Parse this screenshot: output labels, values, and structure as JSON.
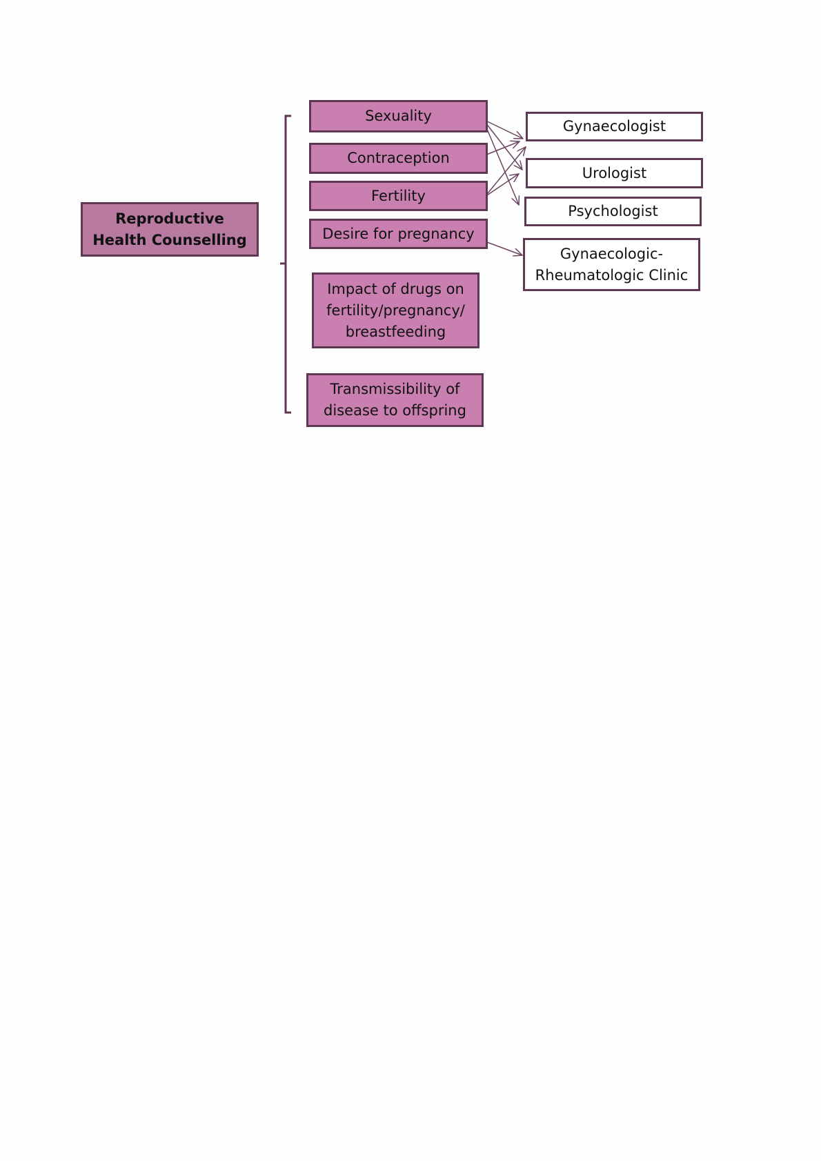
{
  "root": {
    "label": "Reproductive Health Counselling"
  },
  "topics": [
    {
      "label": "Sexuality"
    },
    {
      "label": "Contraception"
    },
    {
      "label": "Fertility"
    },
    {
      "label": "Desire for pregnancy"
    },
    {
      "label": "Impact of drugs on fertility/pregnancy/ breastfeeding"
    },
    {
      "label": "Transmissibility of disease to offspring"
    }
  ],
  "specialists": [
    {
      "label": "Gynaecologist"
    },
    {
      "label": "Urologist"
    },
    {
      "label": "Psychologist"
    },
    {
      "label": "Gynaecologic-Rheumatologic Clinic"
    }
  ],
  "links": [
    [
      "Sexuality",
      "Gynaecologist"
    ],
    [
      "Sexuality",
      "Urologist"
    ],
    [
      "Sexuality",
      "Psychologist"
    ],
    [
      "Contraception",
      "Gynaecologist"
    ],
    [
      "Fertility",
      "Gynaecologist"
    ],
    [
      "Fertility",
      "Urologist"
    ],
    [
      "Desire for pregnancy",
      "Gynaecologic-Rheumatologic Clinic"
    ]
  ],
  "colors": {
    "topic_fill": "#c97fb0",
    "root_fill": "#b97aa2",
    "border": "#5e3752"
  }
}
